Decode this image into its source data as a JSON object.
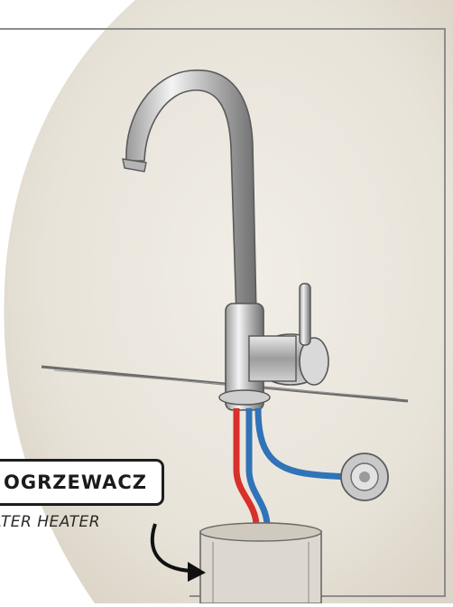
{
  "label": {
    "primary": "OGRZEWACZ",
    "secondary": "ATER HEATER"
  },
  "colors": {
    "paper": "#e9e5dc",
    "hot_pipe": "#d8302b",
    "cold_pipe": "#2f73b8",
    "ink": "#1d1d1d"
  },
  "icons": [
    "faucet-illustration",
    "curved-arrow-icon",
    "valve-knob-icon"
  ]
}
